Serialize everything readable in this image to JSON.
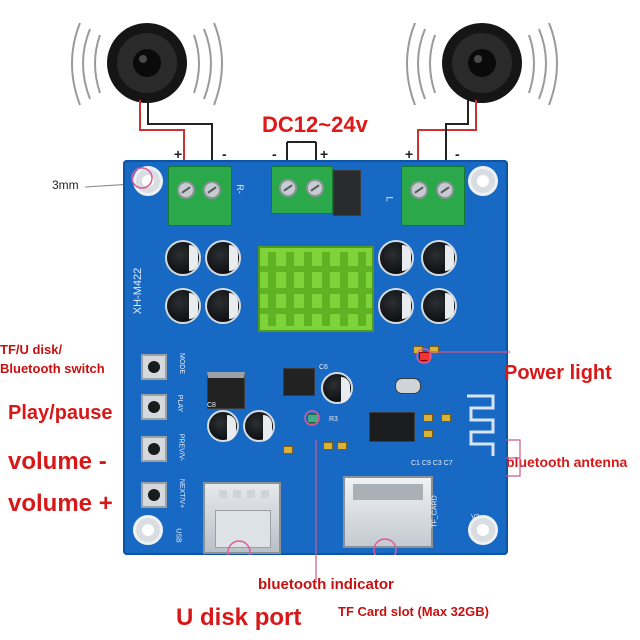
{
  "labels": {
    "power": "DC12~24v",
    "hole_size": "3mm",
    "mode_switch": "TF/U disk/\nBluetooth switch",
    "play_pause": "Play/pause",
    "volume_down": "volume -",
    "volume_up": "volume +",
    "power_light": "Power light",
    "bt_antenna": "bluetooth antenna",
    "bt_indicator": "bluetooth indicator",
    "u_disk_port": "U disk port",
    "tf_slot": "TF Card slot (Max 32GB)"
  },
  "board": {
    "model": "XH-M422",
    "silk_r": "R-",
    "silk_l": "L",
    "silk_usb": "USB",
    "silk_tf": "TF_CARD",
    "silk_mode": "MODE",
    "silk_play": "PLAY",
    "silk_vdown": "PREV/V-",
    "silk_vup": "NEXT/V+",
    "silk_c6": "C6",
    "silk_c8": "C8",
    "silk_r3": "R3",
    "silk_v2": "V2",
    "silk_caps": "C1 C9 C3 C7"
  },
  "polarity": {
    "left_plus": "+",
    "left_minus": "-",
    "mid_minus": "-",
    "mid_plus": "+",
    "right_plus": "+",
    "right_minus": "-"
  },
  "colors": {
    "label_red": "#e01818",
    "pcb_blue": "#1769c4",
    "terminal_green": "#2aa84a",
    "heatsink_green": "#7ed23a"
  }
}
